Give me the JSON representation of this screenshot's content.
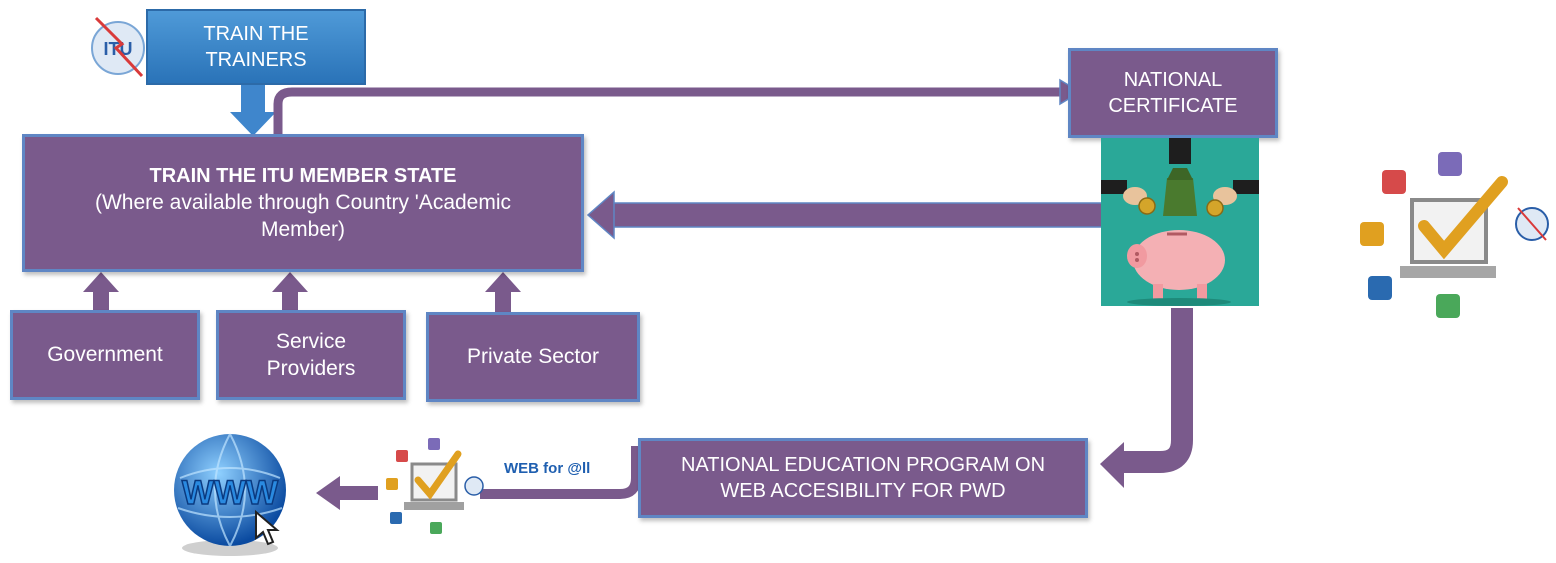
{
  "boxes": {
    "trainers": {
      "line1": "TRAIN THE",
      "line2": "TRAINERS"
    },
    "certificate": {
      "line1": "NATIONAL",
      "line2": "CERTIFICATE"
    },
    "member_state": {
      "title": "TRAIN THE ITU MEMBER STATE",
      "subtitle1": "(Where available through Country 'Academic",
      "subtitle2": "Member)"
    },
    "government": {
      "label": "Government"
    },
    "service_providers": {
      "line1": "Service",
      "line2": "Providers"
    },
    "private_sector": {
      "label": "Private Sector"
    },
    "education": {
      "line1": "NATIONAL EDUCATION PROGRAM ON",
      "line2": "WEB ACCESIBILITY FOR PWD"
    }
  },
  "labels": {
    "web_for_all": "WEB for @ll",
    "itu_logo": "ITU",
    "www": "WWW"
  },
  "colors": {
    "box_purple": "#7a5a8c",
    "box_border": "#5f86c4",
    "arrow": "#7a5a8c",
    "blue": "#2a73b8"
  },
  "icons": [
    "itu-logo-icon",
    "money-piggy-bank-icon",
    "accessibility-computer-icon",
    "globe-www-icon"
  ]
}
